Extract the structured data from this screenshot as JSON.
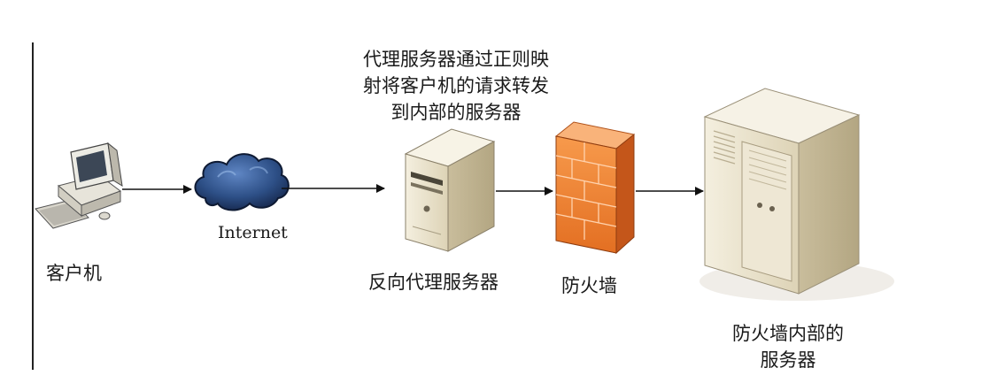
{
  "annotation": {
    "lines": [
      "代理服务器通过正则映",
      "射将客户机的请求转发",
      "到内部的服务器"
    ]
  },
  "nodes": {
    "client": {
      "label": "客户机",
      "icon": "desktop-computer-icon"
    },
    "internet": {
      "label": "Internet",
      "icon": "cloud-icon"
    },
    "reverse_proxy": {
      "label": "反向代理服务器",
      "icon": "tower-server-icon"
    },
    "firewall": {
      "label": "防火墙",
      "icon": "brick-wall-icon"
    },
    "internal_server": {
      "lines": [
        "防火墙内部的",
        "服务器"
      ],
      "icon": "large-server-icon"
    }
  },
  "colors": {
    "firewall_orange": "#f08a3c",
    "server_beige": "#e8e0c8",
    "cloud_blue": "#2b4a7a",
    "arrow": "#111111"
  }
}
